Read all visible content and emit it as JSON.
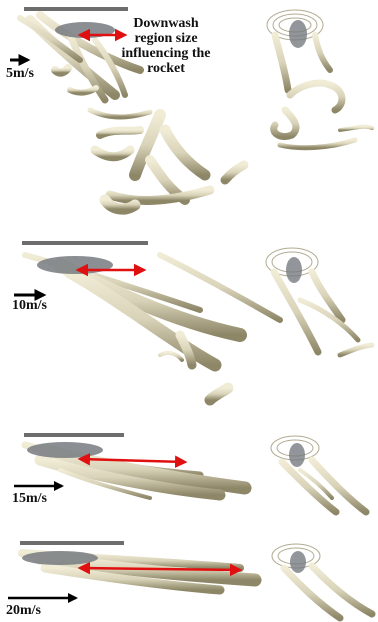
{
  "annotation": "Downwash region size influencing the rocket",
  "panels": [
    {
      "speed": "5m/s"
    },
    {
      "speed": "10m/s"
    },
    {
      "speed": "15m/s"
    },
    {
      "speed": "20m/s"
    }
  ],
  "colors": {
    "isosurface": "#d9d3b9",
    "isosurface_shadow": "#8d8667",
    "rotor_bar": "#6d6d6d",
    "rocket_core": "#777b80",
    "arrow_red": "#e01010",
    "arrow_black": "#000000"
  }
}
